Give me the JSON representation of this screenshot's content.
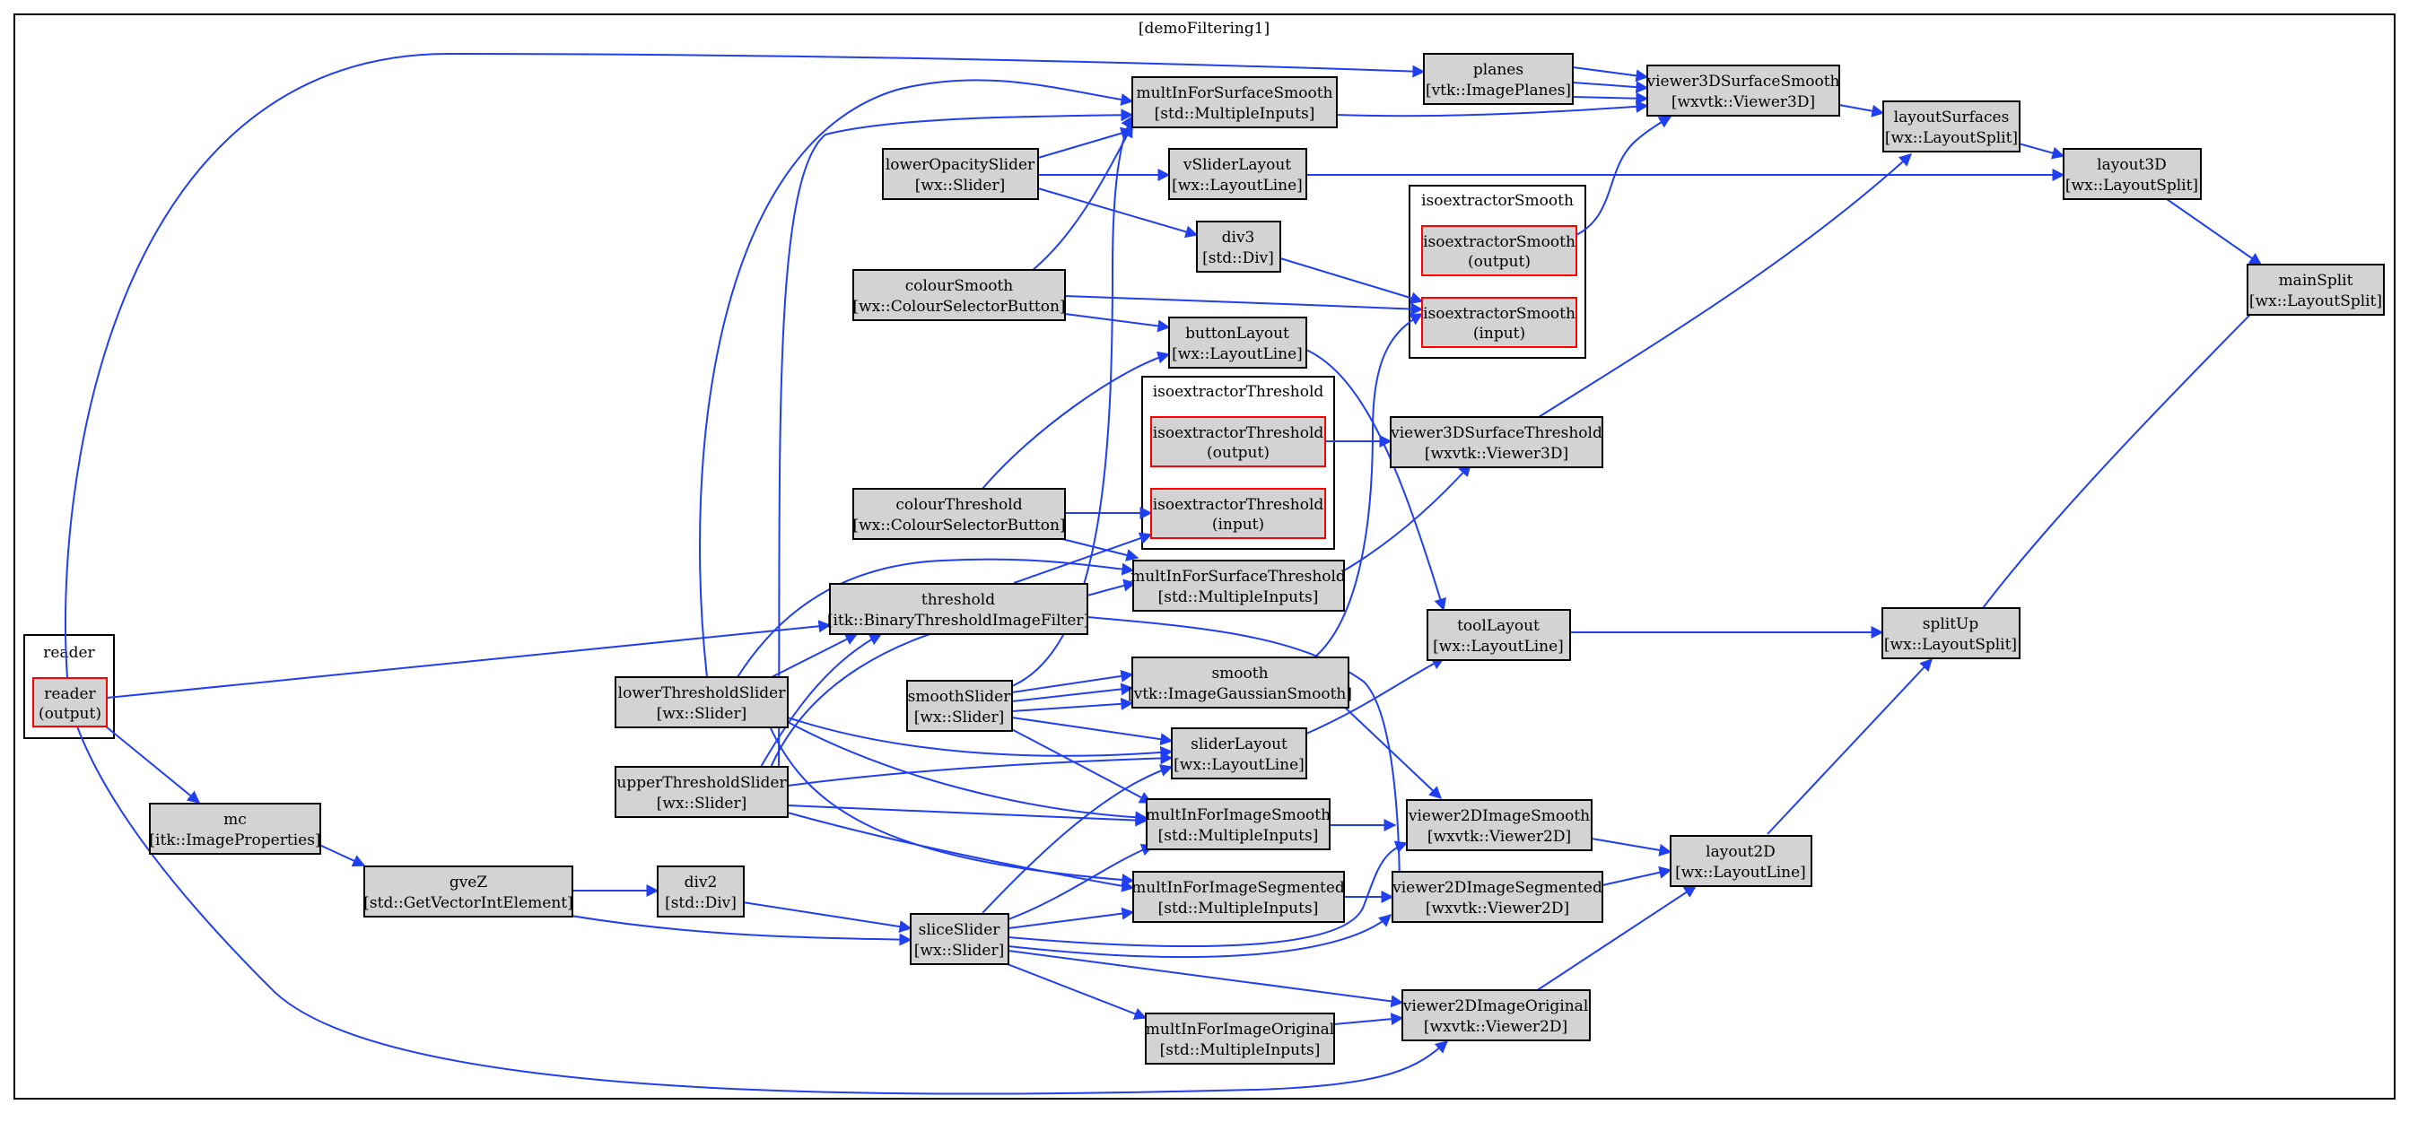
{
  "graph": {
    "title": "[demoFiltering1]",
    "edge_color": "#1f3ff0",
    "node_fill": "#d3d3d3",
    "port_border": "#ff0000"
  },
  "clusters": {
    "reader": "reader",
    "isoextractorSmooth": "isoextractorSmooth",
    "isoextractorThreshold": "isoextractorThreshold"
  },
  "nodes": {
    "reader_out": [
      "reader",
      "(output)"
    ],
    "mc": [
      "mc",
      "[itk::ImageProperties]"
    ],
    "gveZ": [
      "gveZ",
      "[std::GetVectorIntElement]"
    ],
    "div2": [
      "div2",
      "[std::Div]"
    ],
    "sliceSlider": [
      "sliceSlider",
      "[wx::Slider]"
    ],
    "lowerThresholdSlider": [
      "lowerThresholdSlider",
      "[wx::Slider]"
    ],
    "upperThresholdSlider": [
      "upperThresholdSlider",
      "[wx::Slider]"
    ],
    "lowerOpacitySlider": [
      "lowerOpacitySlider",
      "[wx::Slider]"
    ],
    "colourSmooth": [
      "colourSmooth",
      "[wx::ColourSelectorButton]"
    ],
    "colourThreshold": [
      "colourThreshold",
      "[wx::ColourSelectorButton]"
    ],
    "threshold": [
      "threshold",
      "[itk::BinaryThresholdImageFilter]"
    ],
    "smoothSlider": [
      "smoothSlider",
      "[wx::Slider]"
    ],
    "multInForSurfaceSmooth": [
      "multInForSurfaceSmooth",
      "[std::MultipleInputs]"
    ],
    "vSliderLayout": [
      "vSliderLayout",
      "[wx::LayoutLine]"
    ],
    "div3": [
      "div3",
      "[std::Div]"
    ],
    "buttonLayout": [
      "buttonLayout",
      "[wx::LayoutLine]"
    ],
    "isoThreshold_out": [
      "isoextractorThreshold",
      "(output)"
    ],
    "isoThreshold_in": [
      "isoextractorThreshold",
      "(input)"
    ],
    "multInForSurfaceThreshold": [
      "multInForSurfaceThreshold",
      "[std::MultipleInputs]"
    ],
    "smooth": [
      "smooth",
      "[vtk::ImageGaussianSmooth]"
    ],
    "sliderLayout": [
      "sliderLayout",
      "[wx::LayoutLine]"
    ],
    "multInForImageSmooth": [
      "multInForImageSmooth",
      "[std::MultipleInputs]"
    ],
    "multInForImageSegmented": [
      "multInForImageSegmented",
      "[std::MultipleInputs]"
    ],
    "multInForImageOriginal": [
      "multInForImageOriginal",
      "[std::MultipleInputs]"
    ],
    "planes": [
      "planes",
      "[vtk::ImagePlanes]"
    ],
    "isoSmooth_out": [
      "isoextractorSmooth",
      "(output)"
    ],
    "isoSmooth_in": [
      "isoextractorSmooth",
      "(input)"
    ],
    "viewer3DSurfaceThreshold": [
      "viewer3DSurfaceThreshold",
      "[wxvtk::Viewer3D]"
    ],
    "toolLayout": [
      "toolLayout",
      "[wx::LayoutLine]"
    ],
    "viewer2DImageSmooth": [
      "viewer2DImageSmooth",
      "[wxvtk::Viewer2D]"
    ],
    "viewer2DImageSegmented": [
      "viewer2DImageSegmented",
      "[wxvtk::Viewer2D]"
    ],
    "viewer2DImageOriginal": [
      "viewer2DImageOriginal",
      "[wxvtk::Viewer2D]"
    ],
    "viewer3DSurfaceSmooth": [
      "viewer3DSurfaceSmooth",
      "[wxvtk::Viewer3D]"
    ],
    "layoutSurfaces": [
      "layoutSurfaces",
      "[wx::LayoutSplit]"
    ],
    "layout3D": [
      "layout3D",
      "[wx::LayoutSplit]"
    ],
    "mainSplit": [
      "mainSplit",
      "[wx::LayoutSplit]"
    ],
    "splitUp": [
      "splitUp",
      "[wx::LayoutSplit]"
    ],
    "layout2D": [
      "layout2D",
      "[wx::LayoutLine]"
    ]
  }
}
